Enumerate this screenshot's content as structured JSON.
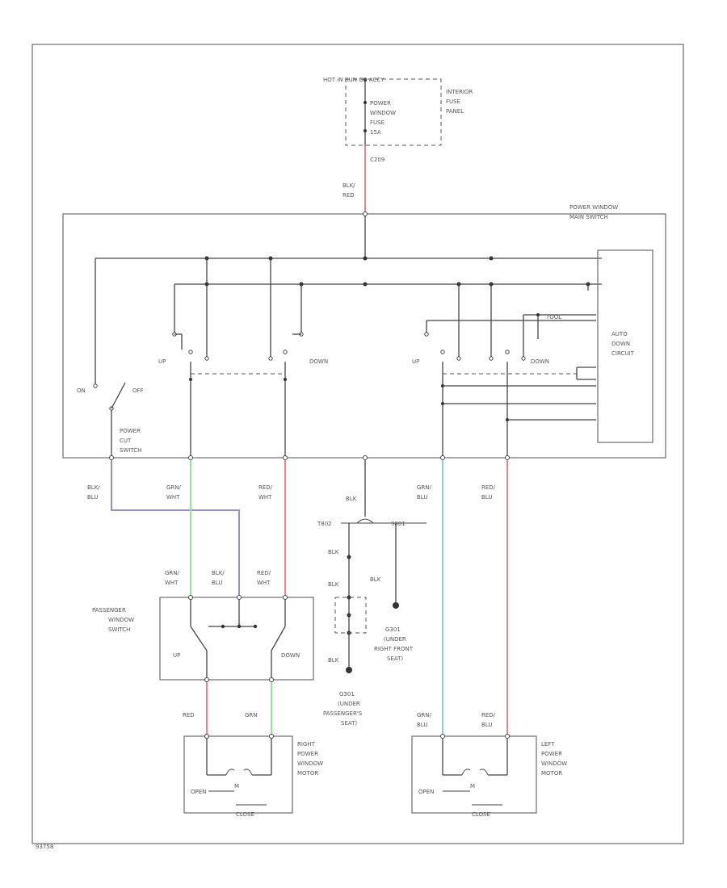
{
  "diagram_id": "93758",
  "fuse_panel": {
    "top_label": "HOT IN RUN OR ACCY",
    "fuse_label": [
      "POWER",
      "WINDOW",
      "FUSE",
      "15A"
    ],
    "panel_label": [
      "INTERIOR",
      "FUSE",
      "PANEL"
    ]
  },
  "connector_c209": "C209",
  "main_switch": {
    "label": [
      "POWER WINDOW",
      "MAIN SWITCH"
    ],
    "up_left": "UP",
    "down_left": "DOWN",
    "up_right": "UP",
    "down_right": "DOWN",
    "on": "ON",
    "off": "OFF",
    "power_cut": [
      "POWER",
      "CUT",
      "SWITCH"
    ],
    "auto_down": [
      "AUTO",
      "DOWN",
      "CIRCUIT"
    ],
    "tool": "TOOL"
  },
  "wires": {
    "blk_red": [
      "BLK/",
      "RED"
    ],
    "blk_blu": [
      "BLK/",
      "BLU"
    ],
    "grn_wht": [
      "GRN/",
      "WHT"
    ],
    "red_wht": [
      "RED/",
      "WHT"
    ],
    "blk": "BLK",
    "grn_blu": [
      "GRN/",
      "BLU"
    ],
    "red_blu": [
      "RED/",
      "BLU"
    ],
    "red": "RED",
    "grn": "GRN",
    "splice_left": "T802",
    "splice_right": "S801"
  },
  "passenger_switch": {
    "label": [
      "PASSENGER",
      "WINDOW",
      "SWITCH"
    ],
    "grn_wht": [
      "GRN/",
      "WHT"
    ],
    "blk_blu": [
      "BLK/",
      "BLU"
    ],
    "red_wht": [
      "RED/",
      "WHT"
    ],
    "up": "UP",
    "down": "DOWN"
  },
  "grounds": {
    "g301": [
      "G301",
      "(UNDER",
      "RIGHT FRONT",
      "SEAT)"
    ],
    "g301_passenger": [
      "G301",
      "(UNDER",
      "PASSENGER'S",
      "SEAT)"
    ]
  },
  "right_motor": {
    "label": [
      "RIGHT",
      "POWER",
      "WINDOW",
      "MOTOR"
    ],
    "m": "M",
    "open": "OPEN",
    "close": "CLOSE"
  },
  "left_motor": {
    "label": [
      "LEFT",
      "POWER",
      "WINDOW",
      "MOTOR"
    ],
    "m": "M",
    "open": "OPEN",
    "close": "CLOSE"
  },
  "colors": {
    "red_wire": "#f08090",
    "green_wire": "#90e890",
    "blue_wire": "#9090e0",
    "lightblue_wire": "#90c8f0"
  }
}
